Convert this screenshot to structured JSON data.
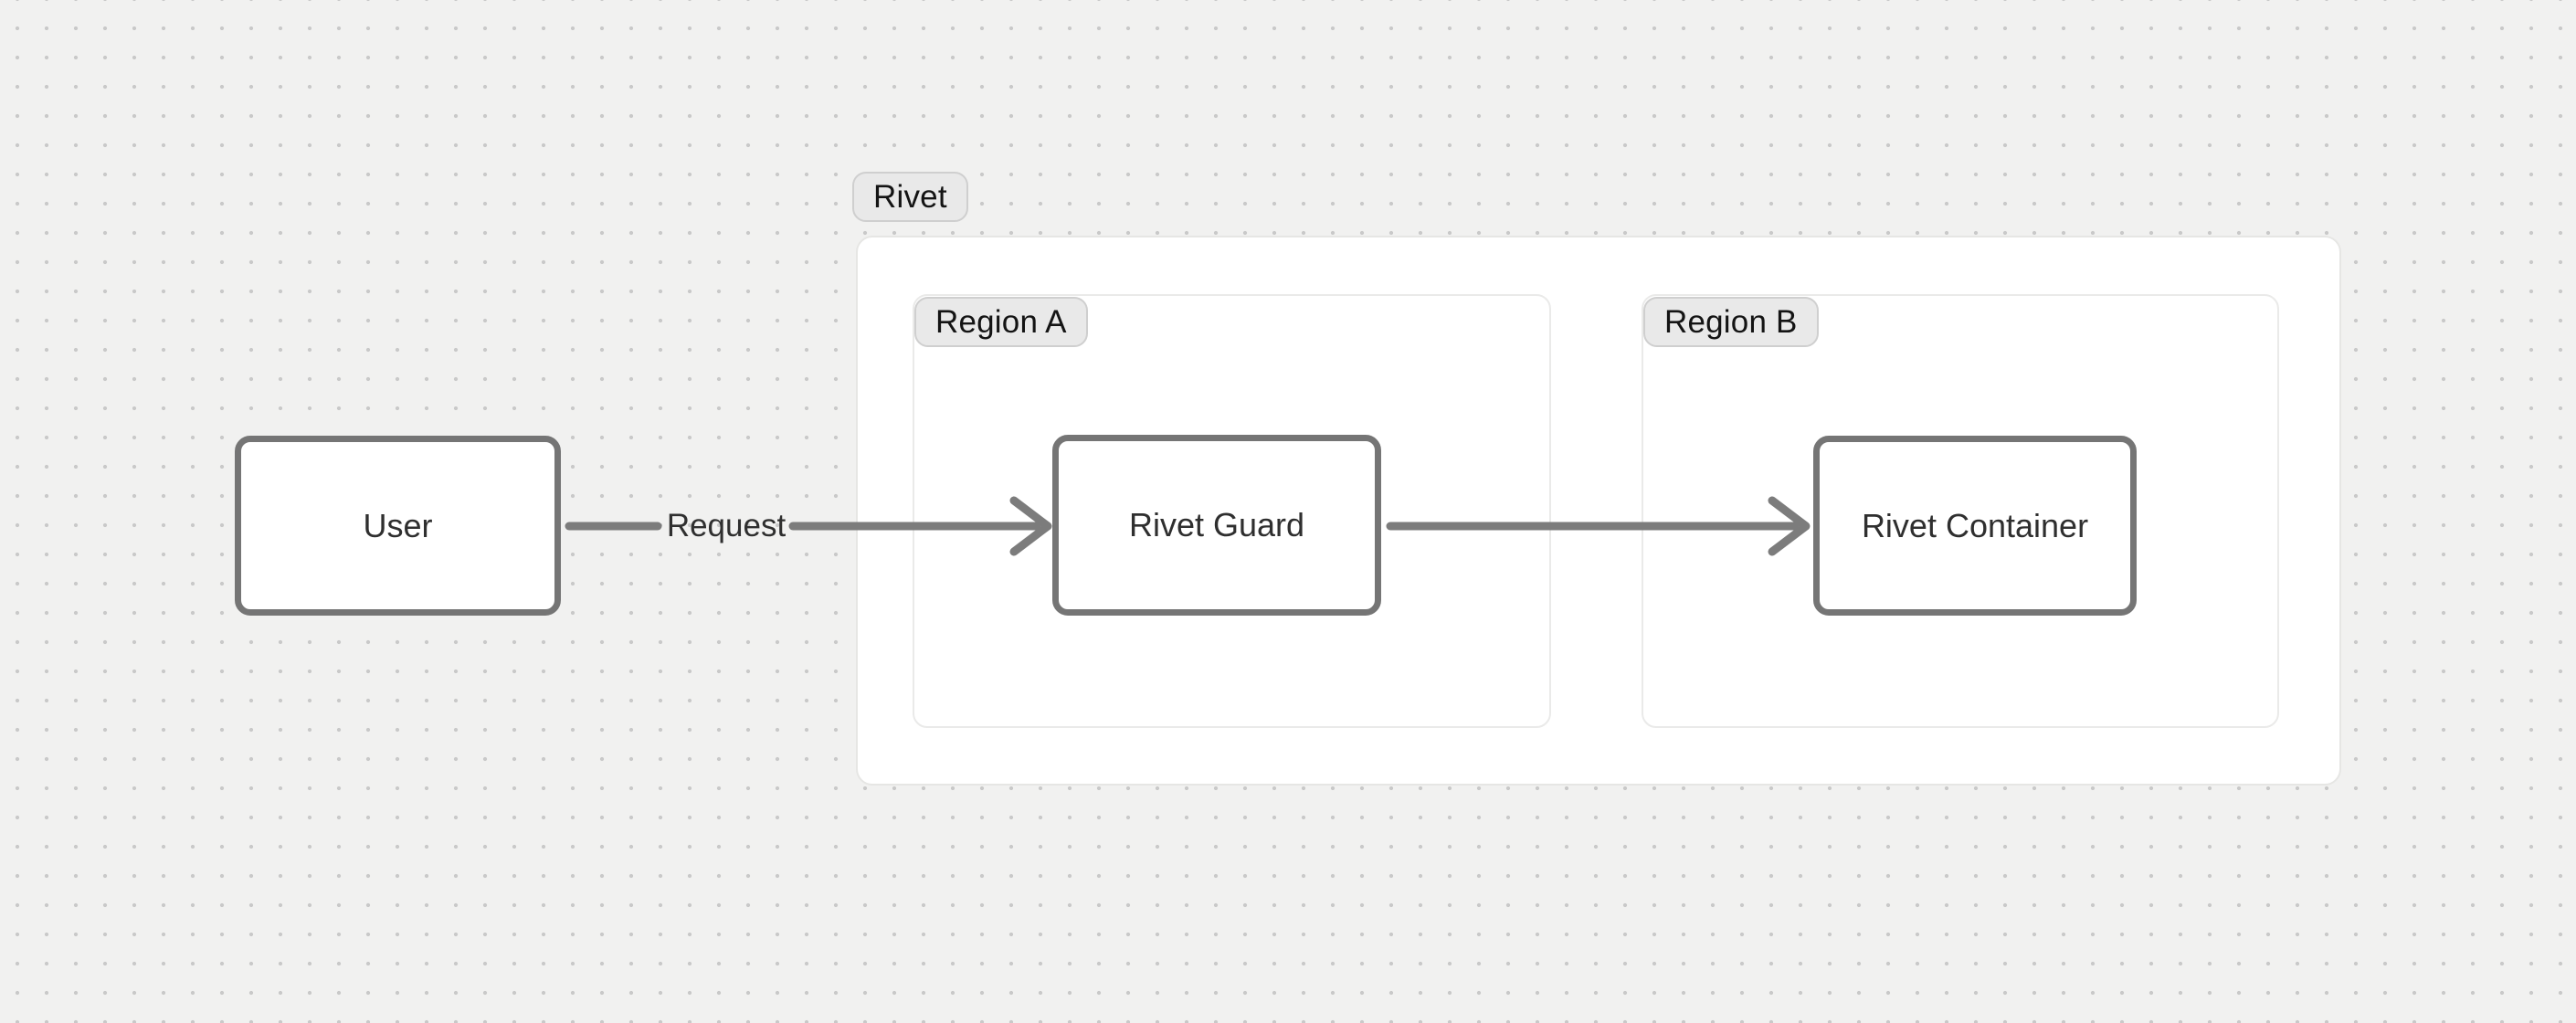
{
  "colors": {
    "canvas-bg": "#f1f1f0",
    "dot": "#c9c9c9",
    "surface": "#ffffff",
    "group-border": "#e6e6e4",
    "region-border": "#eaeae9",
    "node-border": "#757575",
    "node-text": "#2f2f2f",
    "arrow": "#7c7c7c",
    "badge-bg": "#e9e9e9",
    "badge-border": "#cfcfcf",
    "badge-text": "#141414"
  },
  "diagram": {
    "groups": {
      "rivet": {
        "label": "Rivet"
      },
      "region_a": {
        "label": "Region A"
      },
      "region_b": {
        "label": "Region B"
      }
    },
    "nodes": {
      "user": {
        "label": "User"
      },
      "rivet_guard": {
        "label": "Rivet Guard"
      },
      "rivet_container": {
        "label": "Rivet Container"
      }
    },
    "edges": {
      "user_to_guard": {
        "from": "User",
        "to": "Rivet Guard",
        "label": "Request"
      },
      "guard_to_container": {
        "from": "Rivet Guard",
        "to": "Rivet Container",
        "label": ""
      }
    }
  }
}
